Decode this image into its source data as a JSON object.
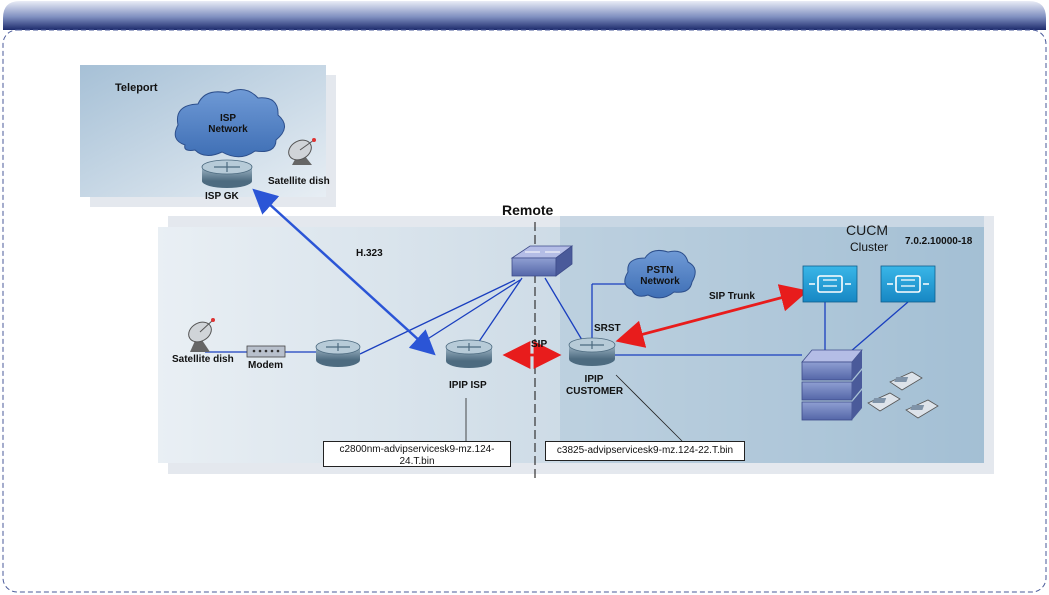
{
  "sections": {
    "teleport": "Teleport",
    "remote": "Remote",
    "cucm_title": "CUCM",
    "cucm_sub": "Cluster",
    "cucm_version": "7.0.2.10000-18"
  },
  "devices": {
    "isp_network_1": "ISP",
    "isp_network_2": "Network",
    "isp_gk": "ISP GK",
    "satellite_dish_top": "Satellite dish",
    "satellite_dish_left": "Satellite dish",
    "modem": "Modem",
    "ipip_isp": "IPIP ISP",
    "ipip_customer_1": "IPIP",
    "ipip_customer_2": "CUSTOMER",
    "pstn_1": "PSTN",
    "pstn_2": "Network",
    "srst": "SRST"
  },
  "links": {
    "h323": "H.323",
    "sip": "SIP",
    "sip_trunk": "SIP Trunk"
  },
  "callouts": {
    "isp_image_1": "c2800nm-advipservicesk9-mz.124-",
    "isp_image_2": "24.T.bin",
    "customer_image": "c3825-advipservicesk9-mz.124-22.T.bin"
  },
  "colors": {
    "header_dark": "#1e2c6e",
    "frame_border": "#4a5a9a",
    "panel_blue": "#a9c4d8",
    "link_blue": "#2b55d6",
    "link_red": "#e81c1c",
    "device_body": "#5f7f96"
  }
}
